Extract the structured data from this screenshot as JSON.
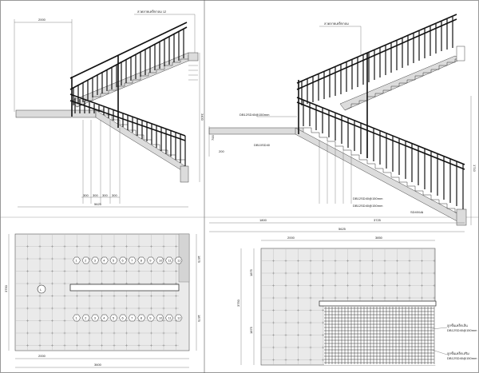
{
  "panels": {
    "tl": {
      "callout": "ลวดลายเหล็กกลม 12",
      "dims": {
        "top_left": "2000",
        "right_height": "3400",
        "bottom_total": "5625",
        "bottom_small": [
          "300",
          "300",
          "300",
          "300"
        ]
      }
    },
    "tr": {
      "callout": "ลวดลายเหล็กกลม",
      "labels": [
        "DB12SD40@150mm",
        "DB10SD40",
        "DB12SD40@150mm",
        "DB12SD40@150mm",
        "SD40/มม"
      ],
      "dims": {
        "left_small": "200",
        "left_height": "700",
        "right_height": "1710",
        "bottom_a": "1800",
        "bottom_b": "3725",
        "bottom_total": "5625"
      }
    },
    "bl": {
      "dims": {
        "left": "3750",
        "right_top": "1875",
        "right_bottom": "1875",
        "bottom_a": "2000",
        "bottom_b": "3600"
      },
      "stair_numbers": [
        "1",
        "2",
        "3",
        "4",
        "5",
        "6",
        "7",
        "8",
        "9",
        "10",
        "11",
        "12"
      ],
      "landing_marker": "L"
    },
    "br": {
      "dims": {
        "top_a": "2000",
        "top_b": "3850",
        "left_total": "3750",
        "left_top": "1875",
        "left_bottom": "1875"
      },
      "legend": [
        "ลูกขั้นเหล็กเส้น",
        "DB12SD40@150mm",
        "ลูกขั้นเหล็กเสริม",
        "DB12SD40@150mm"
      ]
    }
  }
}
